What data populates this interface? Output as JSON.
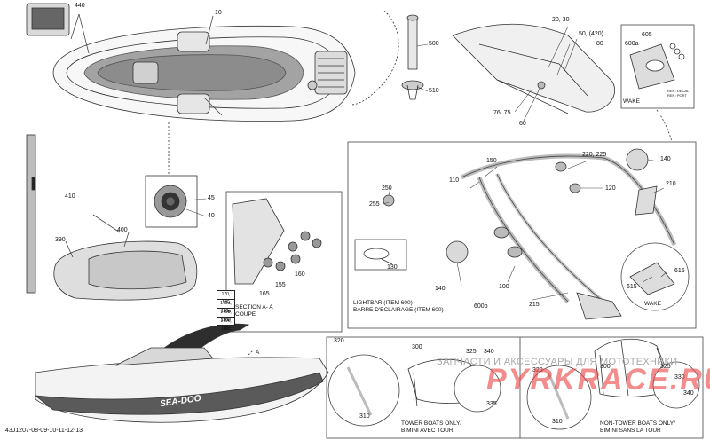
{
  "document_number": "43J1207-08-09-10-11-12-13",
  "brand_decal": "SEA-DOO",
  "watermark": {
    "line1": "ЗАПЧАСТИ И АКСЕССУАРЫ ДЛЯ МОТОТЕХНИКИ",
    "line2": "PYRKRACE.RU"
  },
  "callouts": [
    "440",
    "10",
    "500",
    "510",
    "20, 30",
    "50, (420)",
    "80",
    "76, 75",
    "60",
    "605",
    "600a",
    "45",
    "40",
    "410",
    "400",
    "390",
    "250",
    "255",
    "150",
    "110",
    "220, 225",
    "140",
    "120",
    "210",
    "130",
    "140",
    "100",
    "215",
    "616",
    "615",
    "600b",
    "155",
    "160",
    "165",
    "320",
    "300",
    "325",
    "340",
    "310",
    "335",
    "320",
    "300",
    "325",
    "330",
    "340",
    "310"
  ],
  "notes": {
    "wake_top": "WAKE",
    "wake_lower": "WAKE",
    "ref": "REF.: DECAL\nREF.: PORT",
    "section": "SECTION A- A\nCOUPE",
    "section_a": "A",
    "lightbar": "LIGHTBAR (ITEM 600)\nBARRE D'ECLAIRAGE (ITEM 600)",
    "tower": "TOWER BOATS ONLY/\nBIMINI AVEC TOUR",
    "non_tower": "NON-TOWER BOATS ONLY/\nBIMINI SANS LA TOUR"
  },
  "table_rows": [
    "170, 180",
    "170a, 180a",
    "170b, 180b",
    "170c, 180c"
  ]
}
